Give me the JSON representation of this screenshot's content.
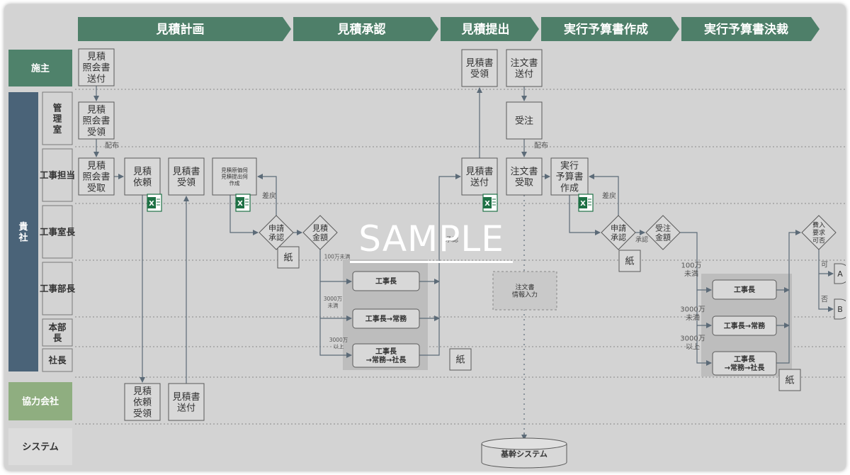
{
  "colors": {
    "phase": "#4e7f69",
    "lane_client": "#4f826b",
    "lane_company": "#4a6378",
    "lane_partner": "#8fae80",
    "lane_system": "#dcdcdc",
    "box_fill": "#d8d8d8",
    "box_stroke": "#5a5a5a",
    "arrow": "#5c6b78",
    "shade": "#bdbdbd",
    "excel": "#1e7145"
  },
  "phases": [
    "見積計画",
    "見積承認",
    "見積提出",
    "実行予算書作成",
    "実行予算書決裁"
  ],
  "lanes": {
    "client": "施主",
    "company": "貴社",
    "partner": "協力会社",
    "system": "システム",
    "sublanes": [
      "管理室",
      "工事担当",
      "工事室長",
      "工事部長",
      "本部長",
      "社長"
    ]
  },
  "boxes": {
    "b1": "見積照会書送付",
    "b2": "見積照会書受領",
    "b3": "見積照会書受取",
    "b4": "見積依頼",
    "b5": "見積書受領",
    "b6": "見積原価伺見積提出伺作成",
    "b7": "見積依頼受領",
    "b8": "見積書送付",
    "b9": "見積書受領",
    "b10": "注文書送付",
    "b11": "受注",
    "b12": "見積書送付",
    "b13": "注文書受取",
    "b14": "実行予算書作成",
    "b15": "注文書情報入力",
    "r1": "工事長",
    "r2": "工事長→常務",
    "r3": "工事長→常務→社長",
    "r4": "工事長",
    "r5": "工事長→常務",
    "r6": "工事長→常務→社長",
    "paper1": "紙",
    "paper2": "紙",
    "paper3": "紙",
    "paper4": "紙"
  },
  "diamonds": {
    "d1": "申請承認",
    "d2": "見積金額",
    "d3": "申請承認",
    "d4": "受注金額",
    "d5": "費入要求可否"
  },
  "labels": {
    "haifu1": "配布",
    "haifu2": "配布",
    "sashimodoshi1": "差戻",
    "sashimodoshi2": "差戻",
    "shonin1": "承認",
    "shonin2": "承認",
    "c1": "100万未満",
    "c2": "3000万未満",
    "c3": "3000万以上",
    "c4": "100万未満",
    "c5": "3000万未満",
    "c6": "3000万以上",
    "ka": "可",
    "hi": "否",
    "conn_a": "A",
    "conn_b": "B"
  },
  "database": "基幹システム",
  "watermark": "SAMPLE"
}
